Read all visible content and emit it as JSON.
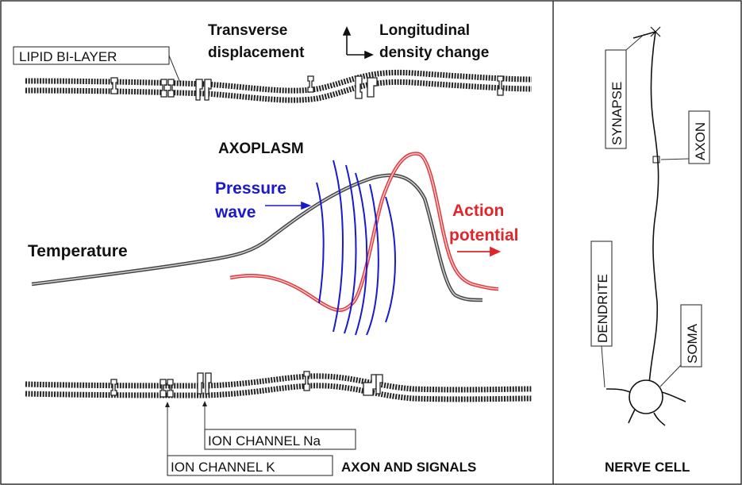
{
  "labels": {
    "lipid_bilayer": "LIPID BI-LAYER",
    "transverse_1": "Transverse",
    "transverse_2": "displacement",
    "longitudinal_1": "Longitudinal",
    "longitudinal_2": "density change",
    "axoplasm": "AXOPLASM",
    "pressure_1": "Pressure",
    "pressure_2": "wave",
    "action_1": "Action",
    "action_2": "potential",
    "temperature": "Temperature",
    "ion_na": "ION CHANNEL Na",
    "ion_k": "ION CHANNEL K",
    "axon_signals": "AXON AND SIGNALS",
    "synapse": "SYNAPSE",
    "axon": "AXON",
    "dendrite": "DENDRITE",
    "soma": "SOMA",
    "nerve_cell": "NERVE CELL"
  },
  "colors": {
    "pressure": "#1a1acc",
    "action": "#e8262a",
    "temperature_stroke": "#555555",
    "ink": "#111111"
  }
}
